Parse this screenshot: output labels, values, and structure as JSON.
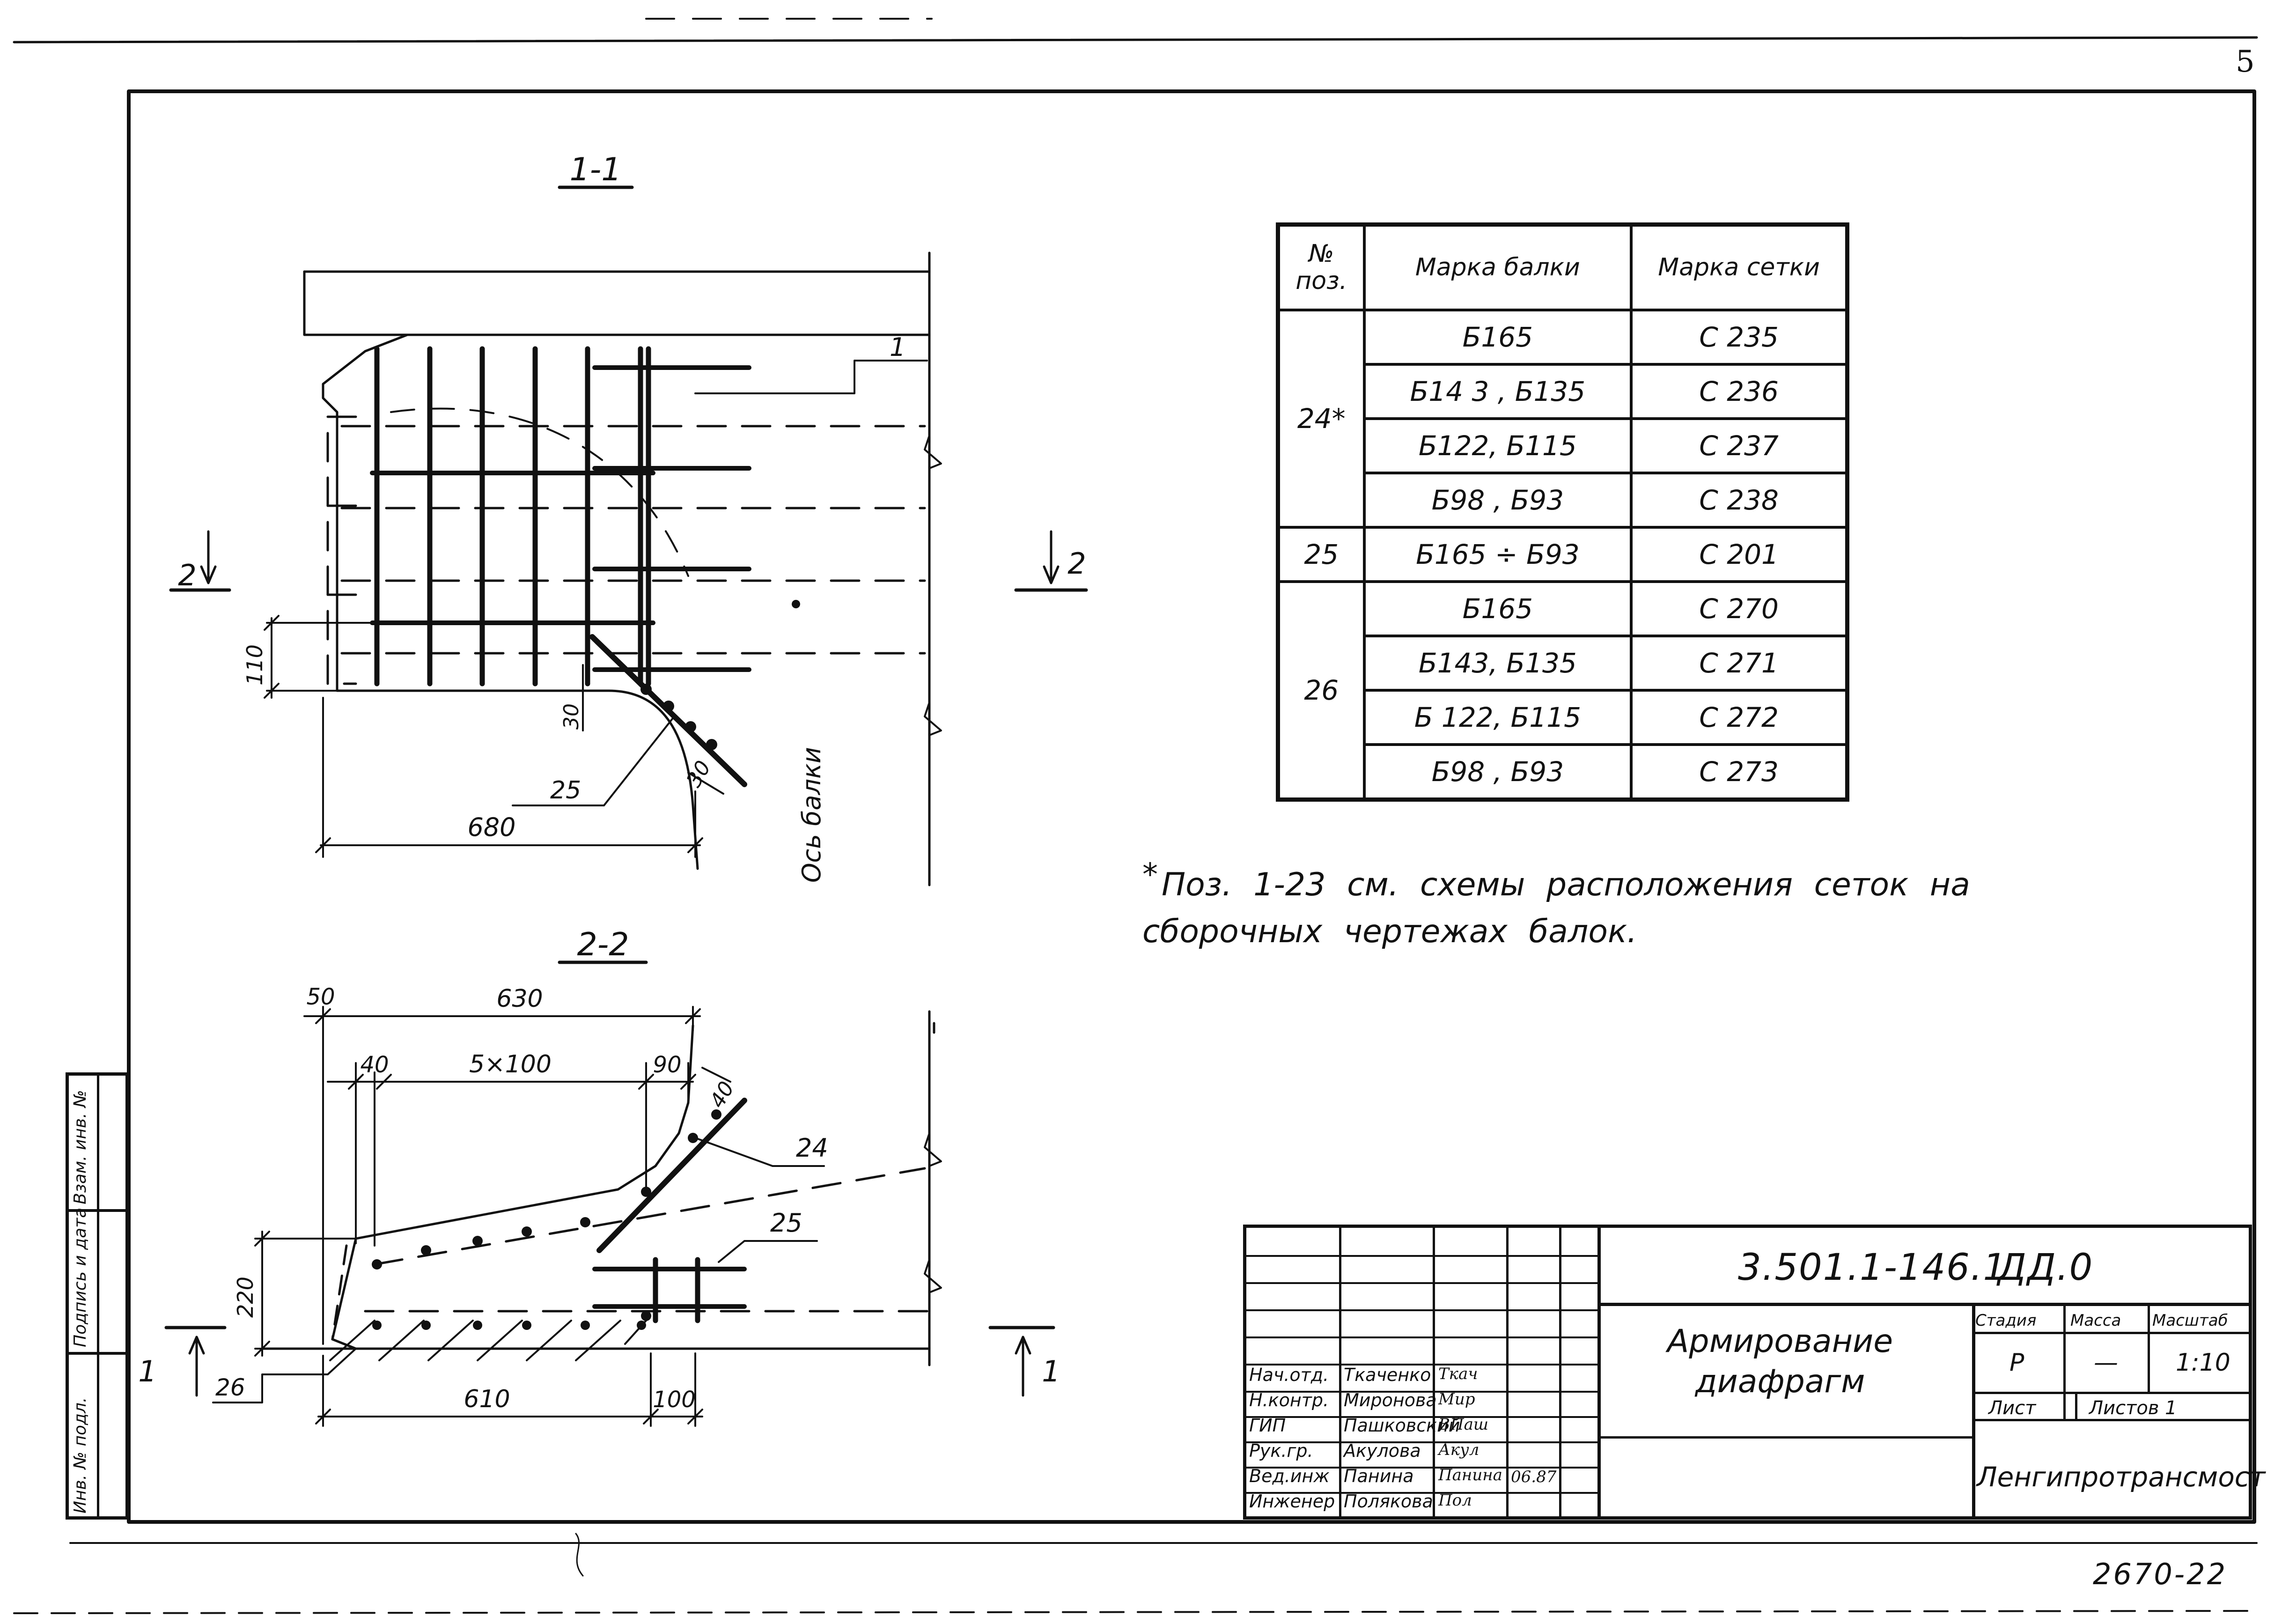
{
  "page_number": "5",
  "doc_code": "2670-22",
  "section_1": {
    "title": "1-1",
    "cut_label": "2",
    "dims": {
      "d110": "110",
      "d30a": "30",
      "d30b": "30",
      "d680": "680"
    },
    "leader_1": "1",
    "leader_25": "25",
    "beam_axis": "Ось балки"
  },
  "section_2": {
    "title": "2-2",
    "cut_label": "1",
    "dims": {
      "d50": "50",
      "d630": "630",
      "d40a": "40",
      "d5x100": "5×100",
      "d90": "90",
      "d40b": "40",
      "d220": "220",
      "d610": "610",
      "d100": "100"
    },
    "leader_24": "24",
    "leader_25": "25",
    "leader_26": "26"
  },
  "spec_table": {
    "headers": {
      "pos": "№ поз.",
      "beam": "Марка балки",
      "mesh": "Марка сетки"
    },
    "groups": [
      {
        "pos": "24*",
        "rows": [
          {
            "beam": "Б165",
            "mesh": "С 235"
          },
          {
            "beam": "Б14 3 , Б135",
            "mesh": "С 236"
          },
          {
            "beam": "Б122, Б115",
            "mesh": "С 237"
          },
          {
            "beam": "Б98 , Б93",
            "mesh": "С 238"
          }
        ]
      },
      {
        "pos": "25",
        "rows": [
          {
            "beam": "Б165 ÷ Б93",
            "mesh": "С 201"
          }
        ]
      },
      {
        "pos": "26",
        "rows": [
          {
            "beam": "Б165",
            "mesh": "С 270"
          },
          {
            "beam": "Б143, Б135",
            "mesh": "С 271"
          },
          {
            "beam": "Б 122, Б115",
            "mesh": "С 272"
          },
          {
            "beam": "Б98 , Б93",
            "mesh": "С 273"
          }
        ]
      }
    ]
  },
  "note": {
    "star": "*",
    "line1": "Поз. 1-23 см. схемы расположения сеток на",
    "line2": "сборочных чертежах балок."
  },
  "title_block": {
    "designation": "3.501.1-146.1",
    "sheet_code": "ДД.0",
    "title_line1": "Армирование",
    "title_line2": "диафрагм",
    "stage_header": "Стадия",
    "mass_header": "Масса",
    "scale_header": "Масштаб",
    "stage_value": "Р",
    "mass_value": "—",
    "scale_value": "1:10",
    "sheet_label": "Лист",
    "sheets_label": "Листов 1",
    "organization": "Ленгипротрансмост",
    "date": "06.87",
    "people": [
      {
        "role": "Нач.отд.",
        "name": "Ткаченко",
        "sign": "Ткач"
      },
      {
        "role": "Н.контр.",
        "name": "Миронова",
        "sign": "Мир"
      },
      {
        "role": "ГИП",
        "name": "Пашковский",
        "sign": "ВПаш"
      },
      {
        "role": "Рук.гр.",
        "name": "Акулова",
        "sign": "Акул"
      },
      {
        "role": "Вед.инж",
        "name": "Панина",
        "sign": "Панина"
      },
      {
        "role": "Инженер",
        "name": "Полякова",
        "sign": "Пол"
      }
    ]
  },
  "side_stamp": {
    "inv_original": "Инв. № подл.",
    "sign_date": "Подпись и дата",
    "replaced_inv": "Взам. инв. №"
  },
  "colors": {
    "ink": "#111111",
    "paper": "#ffffff"
  }
}
